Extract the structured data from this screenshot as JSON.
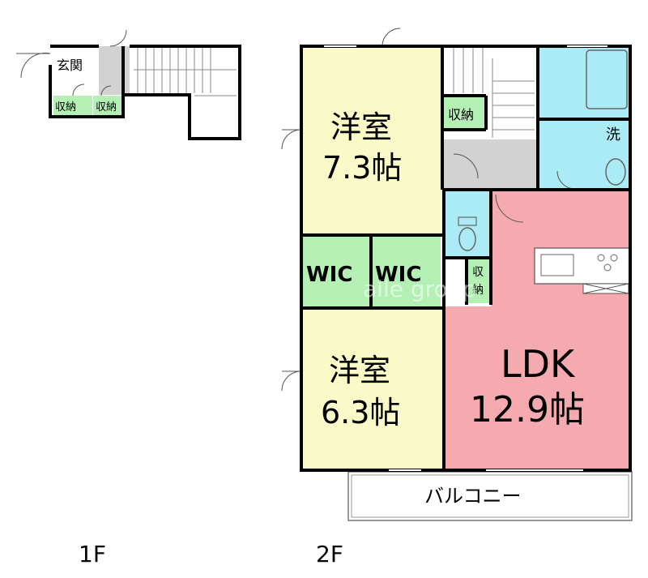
{
  "floor_1": {
    "label": "1F",
    "entrance": "玄関",
    "storage_left": "収納",
    "storage_right": "収納"
  },
  "floor_2": {
    "label": "2F",
    "bedroom_1": {
      "name": "洋室",
      "size": "7.3帖"
    },
    "bedroom_2": {
      "name": "洋室",
      "size": "6.3帖"
    },
    "ldk": {
      "name": "LDK",
      "size": "12.9帖"
    },
    "wic_1": "WIC",
    "wic_2": "WIC",
    "storage_hall": "収納",
    "storage_ldk": [
      "収",
      "納"
    ],
    "washroom": "洗",
    "balcony": "バルコニー"
  },
  "watermark": "alle group",
  "colors": {
    "bedroom": "#FAFAC8",
    "ldk": "#F5AAAF",
    "storage": "#B4F0B4",
    "wet": "#AAEBF5",
    "hall": "#D2D2D2",
    "wall": "#000000"
  }
}
